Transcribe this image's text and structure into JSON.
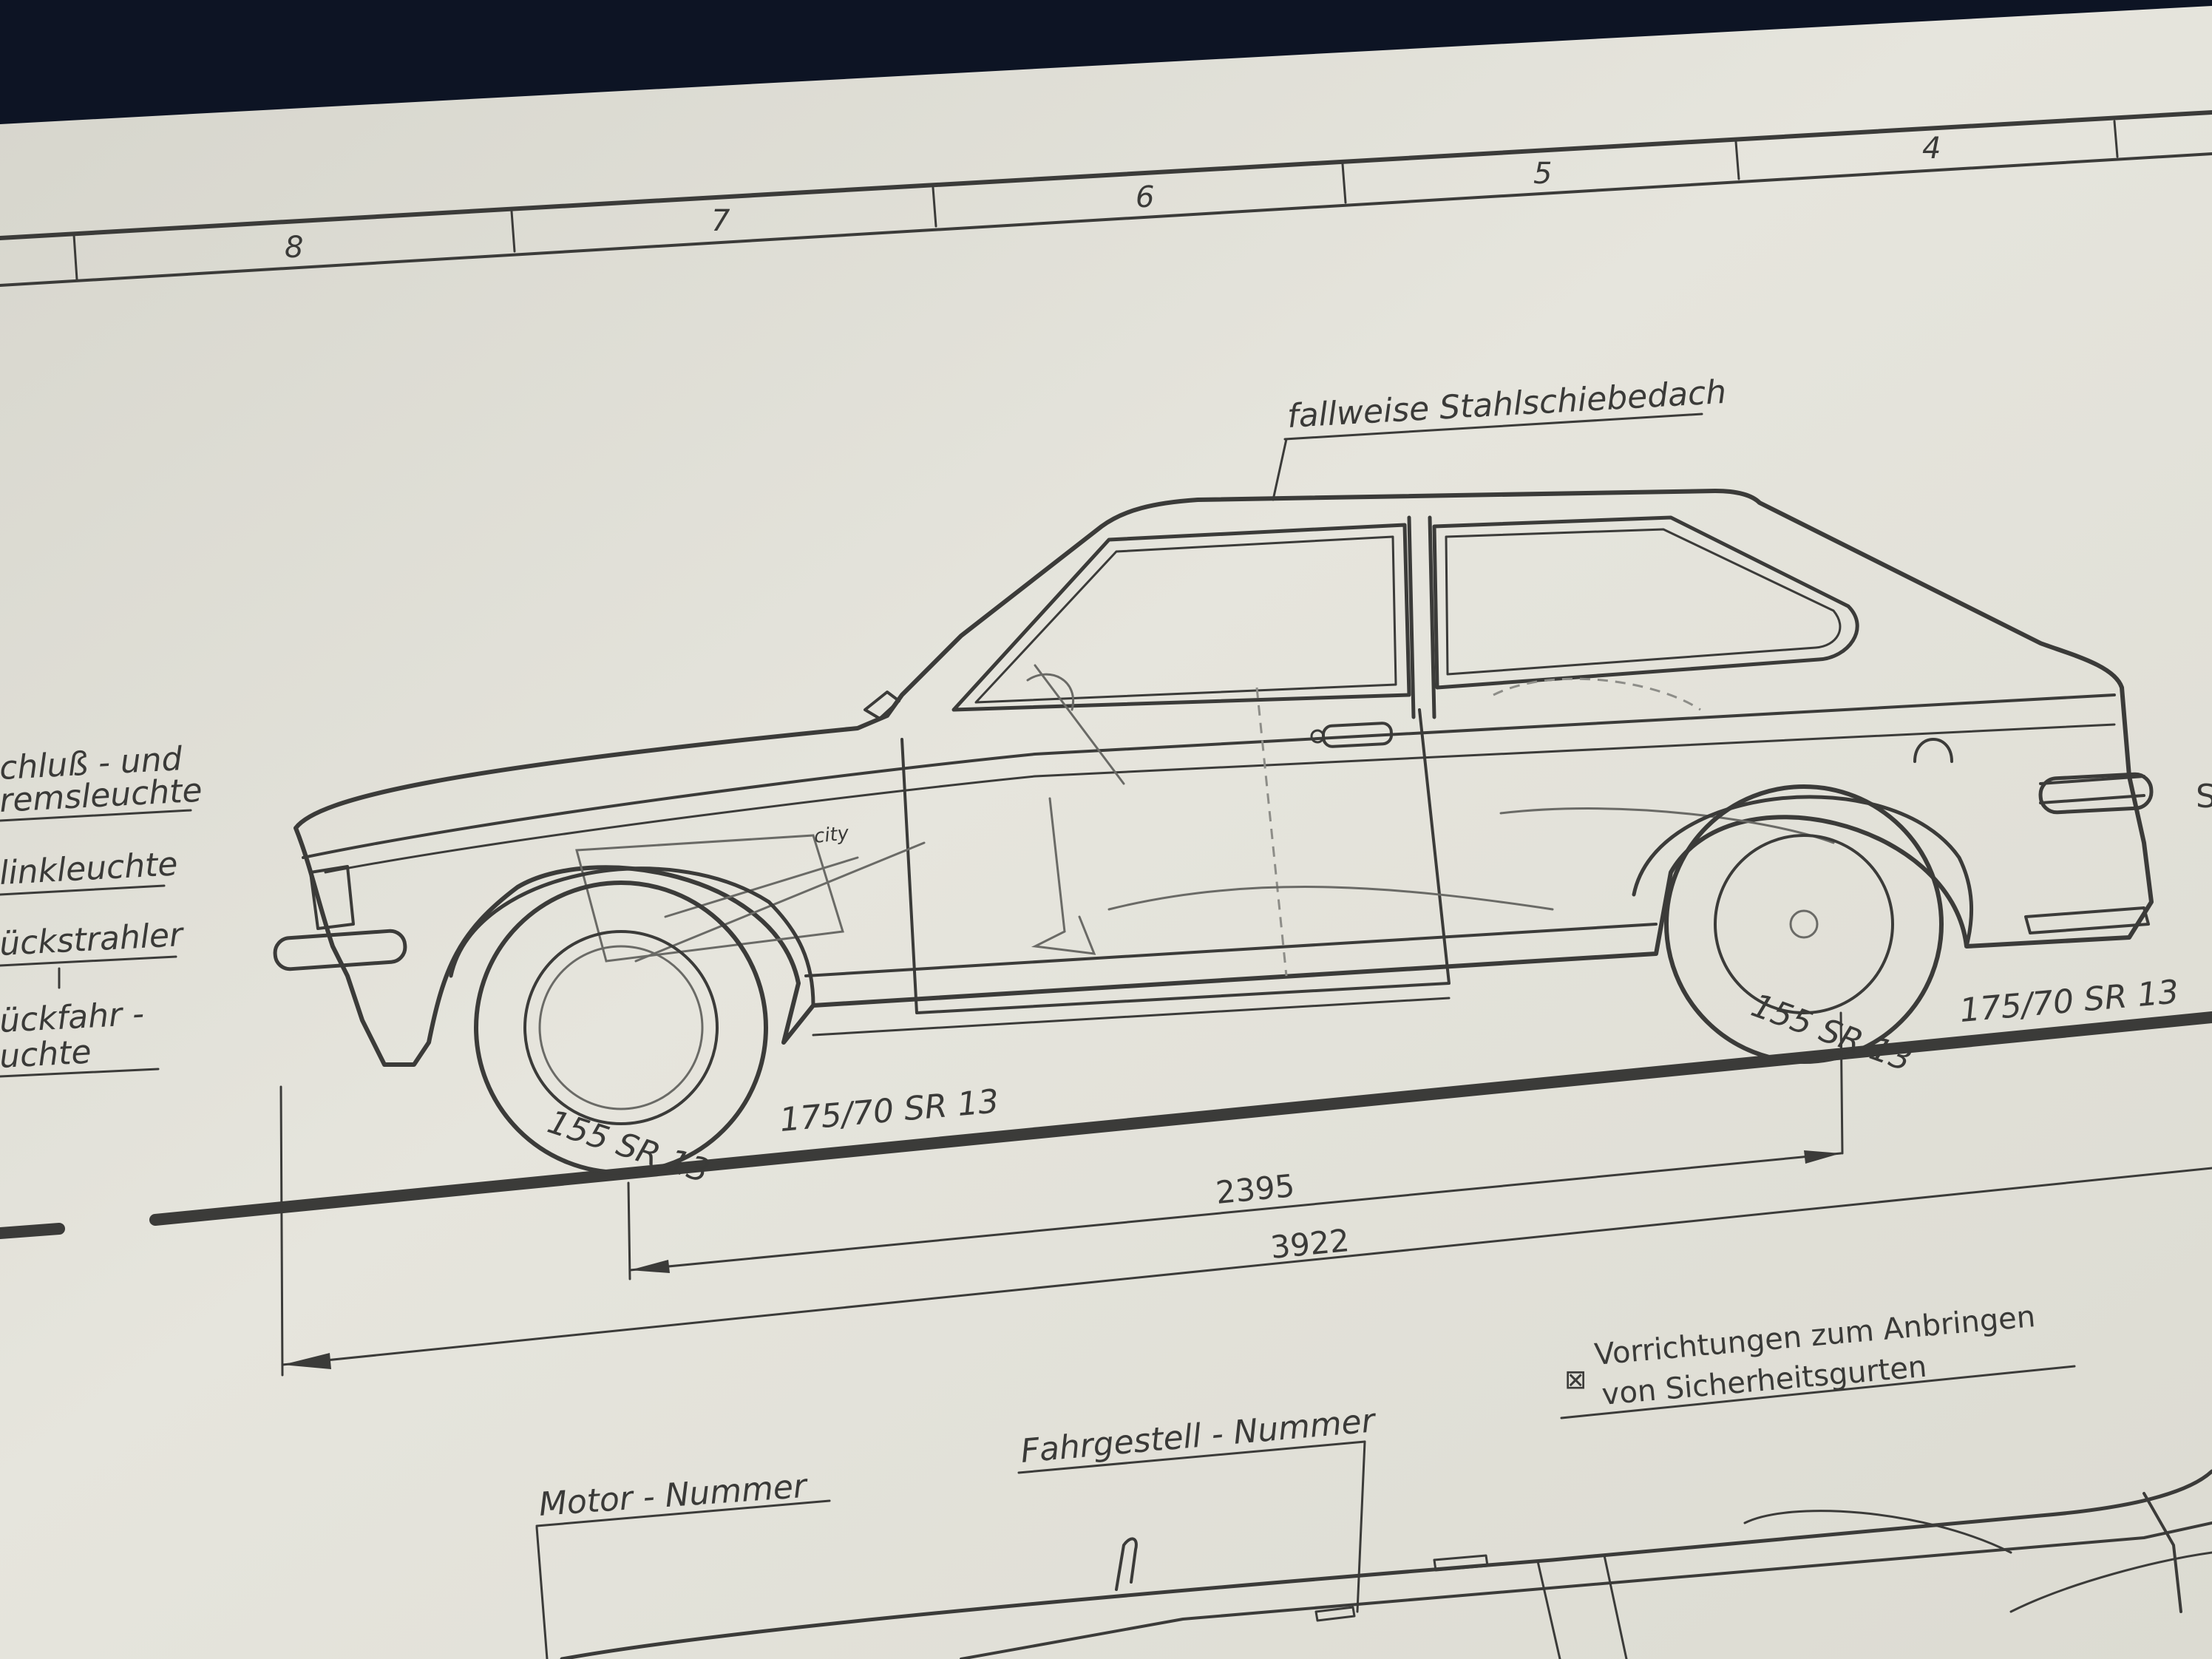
{
  "grid_numbers": [
    "8",
    "7",
    "6",
    "5",
    "4"
  ],
  "labels": {
    "sunroof": "fallweise Stahlschiebedach",
    "legend_rear_light": [
      "chluß - und",
      "remsleuchte"
    ],
    "legend_indicator": "linkleuchte",
    "legend_reflector": "ückstrahler",
    "legend_reverse": [
      "ückfahr -",
      "uchte"
    ],
    "city": "city",
    "tire_front": "155 SR 13",
    "tire_front_alt": "175/70 SR 13",
    "tire_rear": "155 SR 13",
    "tire_rear_alt": "175/70 SR 13",
    "seatbelt_note": [
      "Vorrichtungen zum Anbringen",
      "von Sicherheitsgurten"
    ],
    "engine_number": "Motor - Nummer",
    "chassis_number": "Fahrgestell - Nummer",
    "side_letter": "S"
  },
  "dimensions": {
    "wheelbase": "2395",
    "overall_length": "3922"
  },
  "colors": {
    "paper": "#e4e3da",
    "ink": "#3b3b39",
    "background": "#0d1424"
  }
}
